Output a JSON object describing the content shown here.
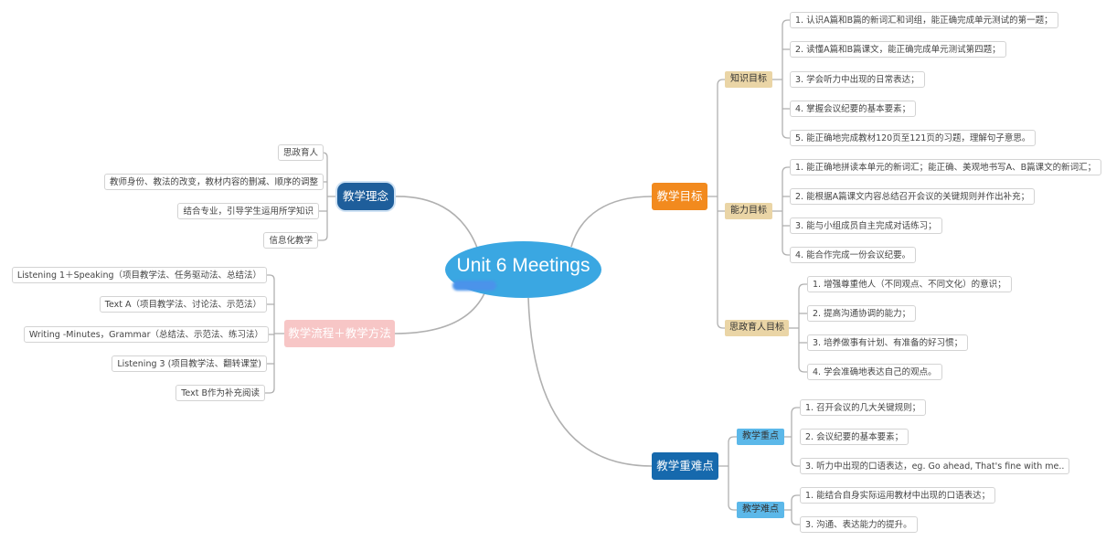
{
  "central_topic": "Unit 6 Meetings",
  "philosophy": {
    "label": "教学理念",
    "items": [
      "思政育人",
      "教师身份、教法的改变，教材内容的删减、顺序的调整",
      "结合专业，引导学生运用所学知识",
      "信息化教学"
    ]
  },
  "process": {
    "label": "教学流程＋教学方法",
    "items": [
      "Listening 1＋Speaking（项目教学法、任务驱动法、总结法）",
      "Text A（项目教学法、讨论法、示范法）",
      "Writing -Minutes，Grammar（总结法、示范法、练习法）",
      "Listening 3 (项目教学法、翻转课堂)",
      "Text B作为补充阅读"
    ]
  },
  "objectives": {
    "label": "教学目标",
    "knowledge": {
      "label": "知识目标",
      "items": [
        "1. 认识A篇和B篇的新词汇和词组，能正确完成单元测试的第一题；",
        "2. 读懂A篇和B篇课文，能正确完成单元测试第四题；",
        "3. 学会听力中出现的日常表达；",
        "4. 掌握会议纪要的基本要素；",
        "5. 能正确地完成教材120页至121页的习题，理解句子意思。"
      ]
    },
    "ability": {
      "label": "能力目标",
      "items": [
        "1. 能正确地拼读本单元的新词汇；能正确、美观地书写A、B篇课文的新词汇；",
        "2. 能根据A篇课文内容总结召开会议的关键规则并作出补充；",
        "3. 能与小组成员自主完成对话练习；",
        "4. 能合作完成一份会议纪要。"
      ]
    },
    "ideology": {
      "label": "思政育人目标",
      "items": [
        "1. 增强尊重他人（不同观点、不同文化）的意识；",
        "2. 提高沟通协调的能力；",
        "3. 培养做事有计划、有准备的好习惯；",
        "4. 学会准确地表达自己的观点。"
      ]
    }
  },
  "key_difficult": {
    "label": "教学重难点",
    "key": {
      "label": "教学重点",
      "items": [
        "1. 召开会议的几大关键规则；",
        "2. 会议纪要的基本要素；",
        "3. 听力中出现的口语表达，eg. Go ahead, That's fine with me.."
      ]
    },
    "difficult": {
      "label": "教学难点",
      "items": [
        "1. 能结合自身实际运用教材中出现的口语表达；",
        "3. 沟通、表达能力的提升。"
      ]
    }
  },
  "colors": {
    "central": "#3aa7e2",
    "philosophy": "#1e5e9b",
    "process": "#f7c6c6",
    "objectives": "#f28a1e",
    "key_difficult": "#1669ad",
    "objective_subtopic": "#ead5a6",
    "key_subtopic": "#5cb8e9",
    "connector": "#b0b0b0"
  }
}
